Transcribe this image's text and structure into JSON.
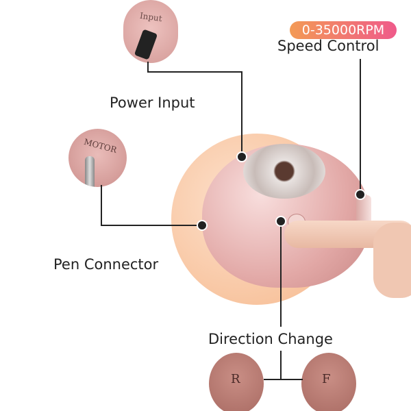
{
  "speed": {
    "range_badge": "0-35000RPM",
    "label": "Speed Control"
  },
  "power": {
    "label": "Power Input",
    "port_text": "Input"
  },
  "pen": {
    "label": "Pen Connector",
    "port_text": "MOTOR"
  },
  "direction": {
    "label": "Direction Change",
    "left_text": "R",
    "right_text": "F"
  },
  "colors": {
    "device_pink": "#e7b3b0",
    "backdrop_orange": "#f6b98e",
    "badge_start": "#f39a55",
    "badge_end": "#ef5a8a"
  }
}
